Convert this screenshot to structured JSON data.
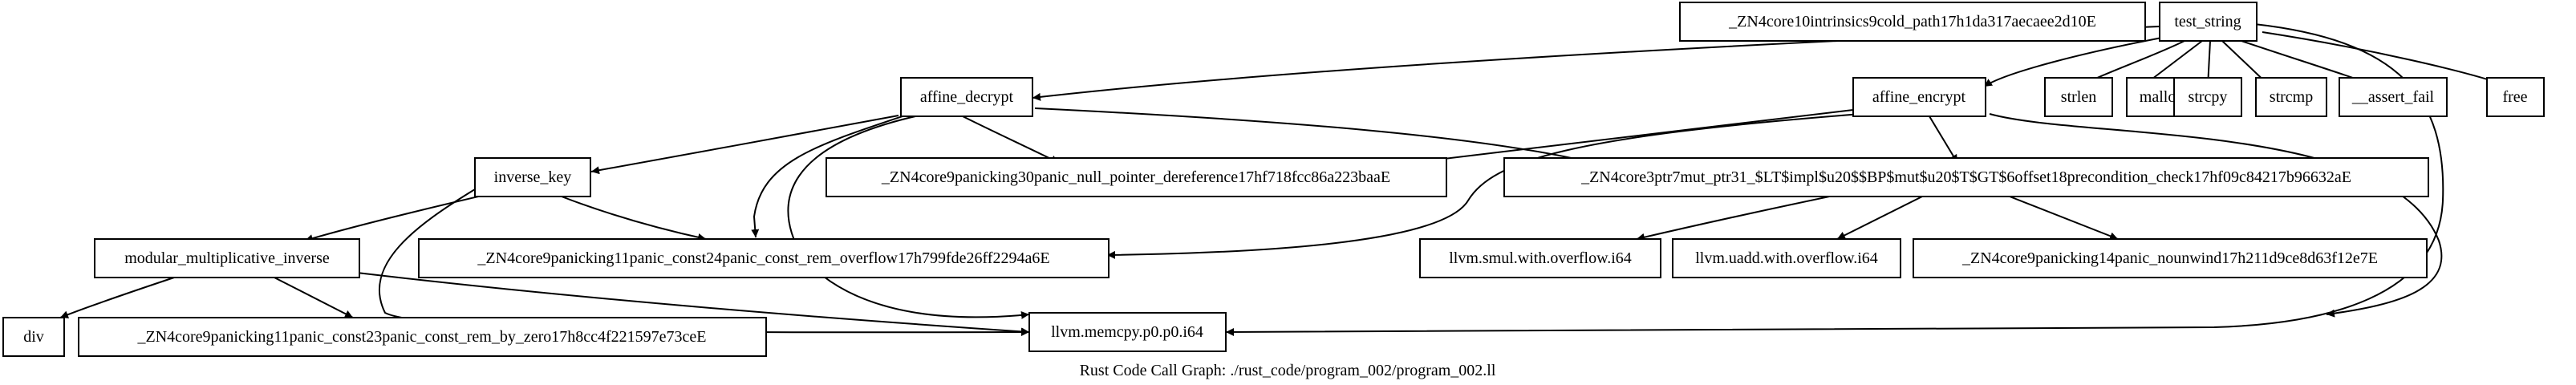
{
  "title": "Rust Code Call Graph: ./rust_code/program_002/program_002.ll",
  "nodes": [
    {
      "id": "n_intrinsics",
      "label": "_ZN4core10intrinsics9cold_path17h1da317aecaee2d10E"
    },
    {
      "id": "n_test_string",
      "label": "test_string"
    },
    {
      "id": "n_affine_decrypt",
      "label": "affine_decrypt"
    },
    {
      "id": "n_affine_encrypt",
      "label": "affine_encrypt"
    },
    {
      "id": "n_strlen",
      "label": "strlen"
    },
    {
      "id": "n_malloc",
      "label": "malloc"
    },
    {
      "id": "n_strcpy",
      "label": "strcpy"
    },
    {
      "id": "n_strcmp",
      "label": "strcmp"
    },
    {
      "id": "n_assert_fail",
      "label": "__assert_fail"
    },
    {
      "id": "n_free",
      "label": "free"
    },
    {
      "id": "n_inverse_key",
      "label": "inverse_key"
    },
    {
      "id": "n_null_deref",
      "label": "_ZN4core9panicking30panic_null_pointer_dereference17hf718fcc86a223baaE"
    },
    {
      "id": "n_ptr_offset",
      "label": "_ZN4core3ptr7mut_ptr31_$LT$impl$u20$$BP$mut$u20$T$GT$6offset18precondition_check17hf09c84217b96632aE"
    },
    {
      "id": "n_mod_inv",
      "label": "modular_multiplicative_inverse"
    },
    {
      "id": "n_rem_overflow",
      "label": "_ZN4core9panicking11panic_const24panic_const_rem_overflow17h799fde26ff2294a6E"
    },
    {
      "id": "n_smul",
      "label": "llvm.smul.with.overflow.i64"
    },
    {
      "id": "n_uadd",
      "label": "llvm.uadd.with.overflow.i64"
    },
    {
      "id": "n_nounwind",
      "label": "_ZN4core9panicking14panic_nounwind17h211d9ce8d63f12e7E"
    },
    {
      "id": "n_div",
      "label": "div"
    },
    {
      "id": "n_rem_zero",
      "label": "_ZN4core9panicking11panic_const23panic_const_rem_by_zero17h8cc4f221597e73ceE"
    },
    {
      "id": "n_memcpy",
      "label": "llvm.memcpy.p0.p0.i64"
    }
  ],
  "edges": [
    {
      "from": "test_string",
      "to": "affine_decrypt"
    },
    {
      "from": "test_string",
      "to": "affine_encrypt"
    },
    {
      "from": "test_string",
      "to": "strlen"
    },
    {
      "from": "test_string",
      "to": "malloc"
    },
    {
      "from": "test_string",
      "to": "strcpy"
    },
    {
      "from": "test_string",
      "to": "strcmp"
    },
    {
      "from": "test_string",
      "to": "__assert_fail"
    },
    {
      "from": "test_string",
      "to": "free"
    },
    {
      "from": "test_string",
      "to": "llvm.memcpy.p0.p0.i64"
    },
    {
      "from": "affine_decrypt",
      "to": "inverse_key"
    },
    {
      "from": "affine_decrypt",
      "to": "panic_null_pointer_dereference"
    },
    {
      "from": "affine_decrypt",
      "to": "panic_const_rem_overflow"
    },
    {
      "from": "affine_decrypt",
      "to": "precondition_check"
    },
    {
      "from": "affine_decrypt",
      "to": "llvm.memcpy.p0.p0.i64"
    },
    {
      "from": "affine_encrypt",
      "to": "panic_null_pointer_dereference"
    },
    {
      "from": "affine_encrypt",
      "to": "precondition_check"
    },
    {
      "from": "affine_encrypt",
      "to": "panic_const_rem_overflow"
    },
    {
      "from": "affine_encrypt",
      "to": "llvm.memcpy.p0.p0.i64"
    },
    {
      "from": "inverse_key",
      "to": "modular_multiplicative_inverse"
    },
    {
      "from": "inverse_key",
      "to": "panic_const_rem_overflow"
    },
    {
      "from": "inverse_key",
      "to": "llvm.memcpy.p0.p0.i64"
    },
    {
      "from": "precondition_check",
      "to": "llvm.smul.with.overflow.i64"
    },
    {
      "from": "precondition_check",
      "to": "llvm.uadd.with.overflow.i64"
    },
    {
      "from": "precondition_check",
      "to": "panic_nounwind"
    },
    {
      "from": "modular_multiplicative_inverse",
      "to": "div"
    },
    {
      "from": "modular_multiplicative_inverse",
      "to": "panic_const_rem_by_zero"
    },
    {
      "from": "modular_multiplicative_inverse",
      "to": "llvm.memcpy.p0.p0.i64"
    }
  ]
}
